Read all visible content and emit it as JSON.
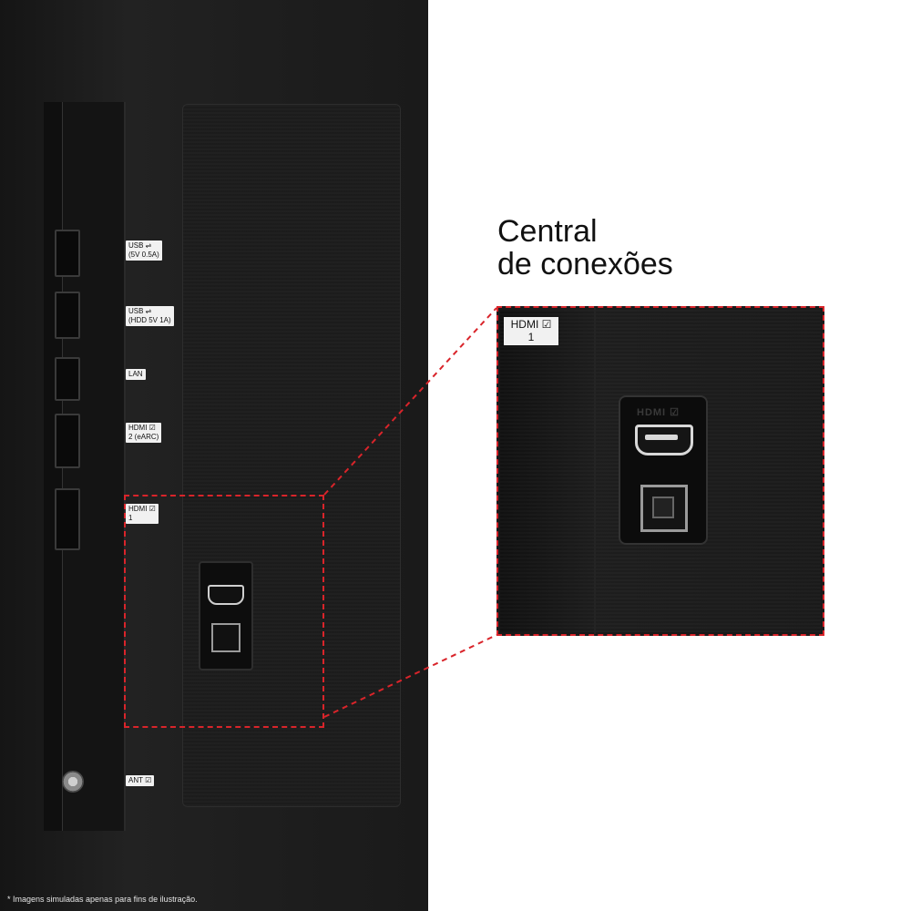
{
  "heading": {
    "line1": "Central",
    "line2": "de conexões"
  },
  "port_labels": [
    {
      "text": "USB ⇌\n(5V 0.5A)"
    },
    {
      "text": "USB ⇌\n(HDD 5V 1A)"
    },
    {
      "text": "LAN"
    },
    {
      "text": "HDMI ☑\n2 (eARC)"
    },
    {
      "text": "HDMI ☑\n1"
    },
    {
      "text": "ANT ☑"
    }
  ],
  "zoom": {
    "label": "HDMI ☑\n1",
    "hdmi_engraving": "HDMI ☑"
  },
  "footnote": "* Imagens simuladas apenas para fins de ilustração.",
  "colors": {
    "accent_dashed": "#d9242a",
    "panel": "#1d1d1d",
    "background": "#ffffff"
  }
}
